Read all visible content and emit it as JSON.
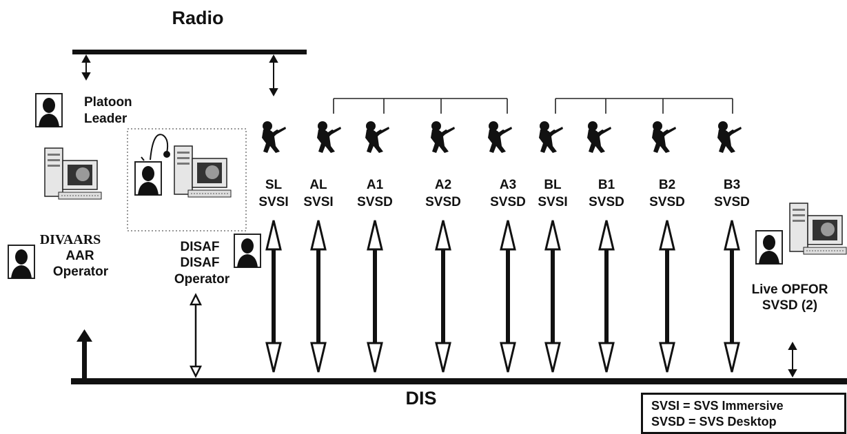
{
  "radio_label": "Radio",
  "dis_label": "DIS",
  "platoon_leader": {
    "line1": "Platoon",
    "line2": "Leader"
  },
  "divaars": {
    "line1": "DIVAARS",
    "line2": "AAR",
    "line3": "Operator"
  },
  "disaf": {
    "line1": "DISAF",
    "line2": "DISAF",
    "line3": "Operator"
  },
  "soldiers": [
    {
      "line1": "SL",
      "line2": "SVSI"
    },
    {
      "line1": "AL",
      "line2": "SVSI"
    },
    {
      "line1": "A1",
      "line2": "SVSD"
    },
    {
      "line1": "A2",
      "line2": "SVSD"
    },
    {
      "line1": "A3",
      "line2": "SVSD"
    },
    {
      "line1": "BL",
      "line2": "SVSI"
    },
    {
      "line1": "B1",
      "line2": "SVSD"
    },
    {
      "line1": "B2",
      "line2": "SVSD"
    },
    {
      "line1": "B3",
      "line2": "SVSD"
    }
  ],
  "live_opfor": {
    "line1": "Live OPFOR",
    "line2": "SVSD (2)"
  },
  "legend": [
    "SVSI = SVS Immersive",
    "SVSD = SVS Desktop"
  ]
}
